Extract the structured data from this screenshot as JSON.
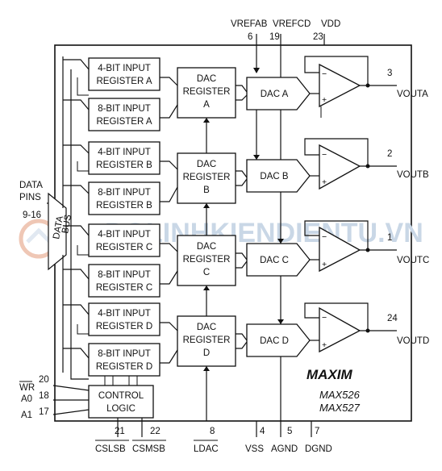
{
  "pins_top": {
    "vrefab": {
      "label": "VREFAB",
      "num": "6"
    },
    "vrefcd": {
      "label": "VREFCD",
      "num": "19"
    },
    "vdd": {
      "label": "VDD",
      "num": "23"
    }
  },
  "pins_left": {
    "data_pins_line1": "DATA",
    "data_pins_line2": "PINS",
    "data_pins_nums": "9-16",
    "wr": {
      "label": "WR",
      "num": "20"
    },
    "a0": {
      "label": "A0",
      "num": "18"
    },
    "a1": {
      "label": "A1",
      "num": "17"
    }
  },
  "data_bus": {
    "line1": "DATA",
    "line2": "BUS"
  },
  "blocks": [
    {
      "line1": "4-BIT INPUT",
      "line2": "REGISTER A"
    },
    {
      "line1": "8-BIT INPUT",
      "line2": "REGISTER A"
    },
    {
      "line1": "4-BIT INPUT",
      "line2": "REGISTER B"
    },
    {
      "line1": "8-BIT INPUT",
      "line2": "REGISTER B"
    },
    {
      "line1": "4-BIT INPUT",
      "line2": "REGISTER C"
    },
    {
      "line1": "8-BIT INPUT",
      "line2": "REGISTER C"
    },
    {
      "line1": "4-BIT INPUT",
      "line2": "REGISTER D"
    },
    {
      "line1": "8-BIT INPUT",
      "line2": "REGISTER D"
    }
  ],
  "dac_registers": [
    {
      "line1": "DAC",
      "line2": "REGISTER",
      "line3": "A"
    },
    {
      "line1": "DAC",
      "line2": "REGISTER",
      "line3": "B"
    },
    {
      "line1": "DAC",
      "line2": "REGISTER",
      "line3": "C"
    },
    {
      "line1": "DAC",
      "line2": "REGISTER",
      "line3": "D"
    }
  ],
  "dacs": [
    "DAC A",
    "DAC B",
    "DAC C",
    "DAC D"
  ],
  "outputs": [
    {
      "num": "3",
      "label": "VOUTA"
    },
    {
      "num": "2",
      "label": "VOUTB"
    },
    {
      "num": "1",
      "label": "VOUTC"
    },
    {
      "num": "24",
      "label": "VOUTD"
    }
  ],
  "control": {
    "line1": "CONTROL",
    "line2": "LOGIC"
  },
  "pins_bottom": [
    {
      "num": "21",
      "label": "CSLSB"
    },
    {
      "num": "22",
      "label": "CSMSB"
    },
    {
      "num": "8",
      "label": "LDAC"
    },
    {
      "num": "4",
      "label": "VSS"
    },
    {
      "num": "5",
      "label": "AGND"
    },
    {
      "num": "7",
      "label": "DGND"
    }
  ],
  "brand": "MAXIM",
  "parts": [
    "MAX526",
    "MAX527"
  ],
  "watermark": "DOLINHKIENDIENTU.VN"
}
